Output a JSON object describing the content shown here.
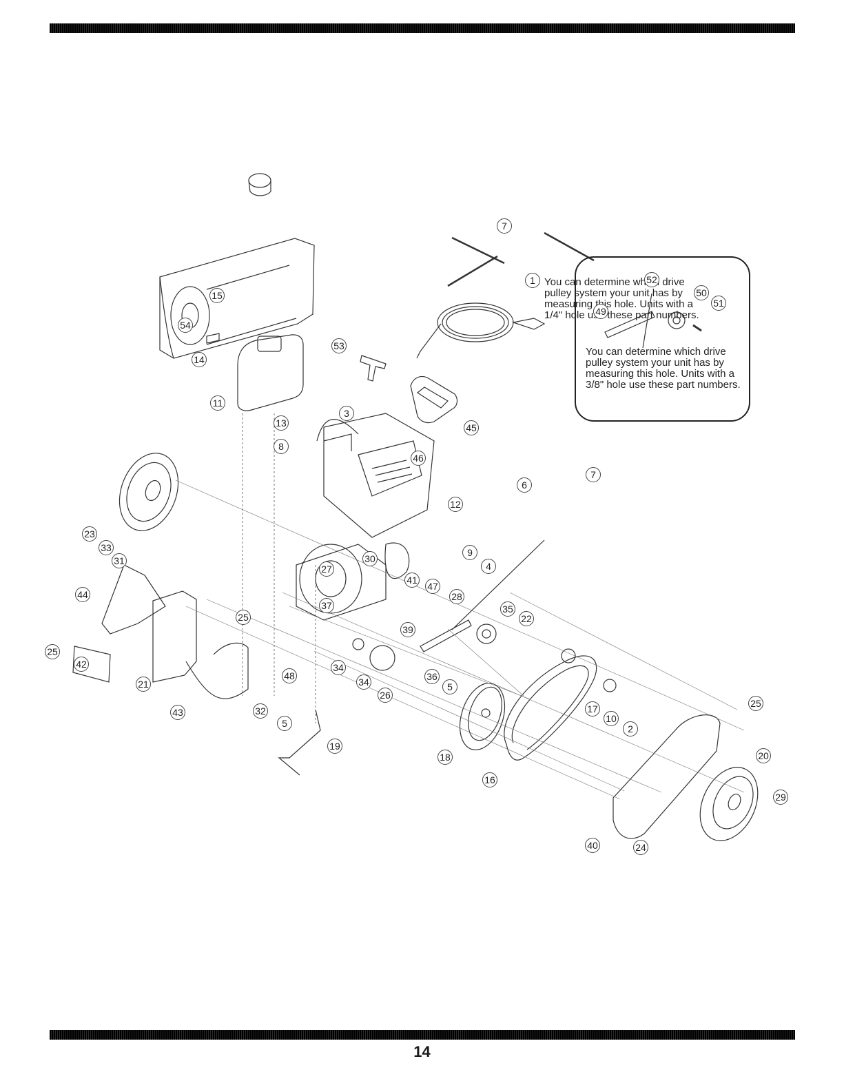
{
  "page": {
    "number": "14"
  },
  "notes": {
    "inset": "You can determine which drive pulley system your unit has by measuring this hole. Units with a 3/8\" hole use these part numbers.",
    "main": "You can determine which drive pulley system your unit has by measuring this hole. Units with a 1/4\" hole use these part numbers."
  },
  "callouts": {
    "c1": "1",
    "c2": "2",
    "c3": "3",
    "c4": "4",
    "c5a": "5",
    "c5b": "5",
    "c6": "6",
    "c7a": "7",
    "c7b": "7",
    "c8": "8",
    "c9": "9",
    "c10": "10",
    "c11": "11",
    "c12": "12",
    "c13": "13",
    "c14": "14",
    "c15": "15",
    "c16": "16",
    "c17": "17",
    "c18": "18",
    "c19": "19",
    "c20": "20",
    "c21": "21",
    "c22": "22",
    "c23": "23",
    "c24": "24",
    "c25a": "25",
    "c25b": "25",
    "c25c": "25",
    "c26": "26",
    "c27": "27",
    "c28": "28",
    "c29": "29",
    "c30": "30",
    "c31": "31",
    "c32": "32",
    "c33": "33",
    "c34a": "34",
    "c34b": "34",
    "c35": "35",
    "c36": "36",
    "c37": "37",
    "c39": "39",
    "c40": "40",
    "c41": "41",
    "c42": "42",
    "c43": "43",
    "c44": "44",
    "c45": "45",
    "c46": "46",
    "c47": "47",
    "c48": "48",
    "c49": "49",
    "c50": "50",
    "c51": "51",
    "c52": "52",
    "c53": "53",
    "c54": "54"
  }
}
